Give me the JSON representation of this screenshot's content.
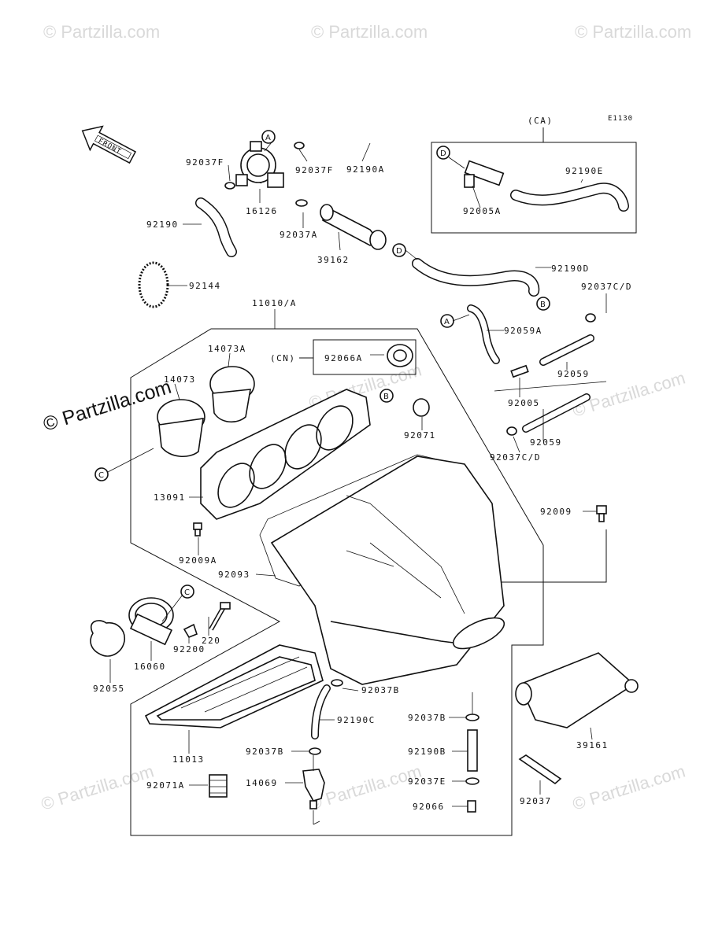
{
  "diagram_code": "E1130",
  "front_label": "FRONT",
  "watermark_text": "© Partzilla.com",
  "group_labels": {
    "ca": "(CA)",
    "cn": "(CN)"
  },
  "callout_letters": {
    "a": "A",
    "b": "B",
    "c": "C",
    "d": "D"
  },
  "parts": {
    "p92037F_left": "92037F",
    "p92037F_right": "92037F",
    "p92190A": "92190A",
    "p92190E": "92190E",
    "p92005A": "92005A",
    "p16126": "16126",
    "p92037A": "92037A",
    "p92190": "92190",
    "p39162": "39162",
    "p92190D": "92190D",
    "p92144": "92144",
    "p11010A": "11010/A",
    "p92037CD_top": "92037C/D",
    "p92059A": "92059A",
    "p14073A": "14073A",
    "p92066A": "92066A",
    "p14073": "14073",
    "p92059_top": "92059",
    "p92005": "92005",
    "p92071": "92071",
    "p92059_bottom": "92059",
    "p92037CD_bottom": "92037C/D",
    "p13091": "13091",
    "p92009": "92009",
    "p92009A": "92009A",
    "p92093": "92093",
    "p220": "220",
    "p92200": "92200",
    "p16060": "16060",
    "p92055": "92055",
    "p92037B_a": "92037B",
    "p92190C": "92190C",
    "p92037B_b": "92037B",
    "p11013": "11013",
    "p92037B_c": "92037B",
    "p92190B": "92190B",
    "p39161": "39161",
    "p14069": "14069",
    "p92037E": "92037E",
    "p92071A": "92071A",
    "p92066": "92066",
    "p92037": "92037"
  }
}
